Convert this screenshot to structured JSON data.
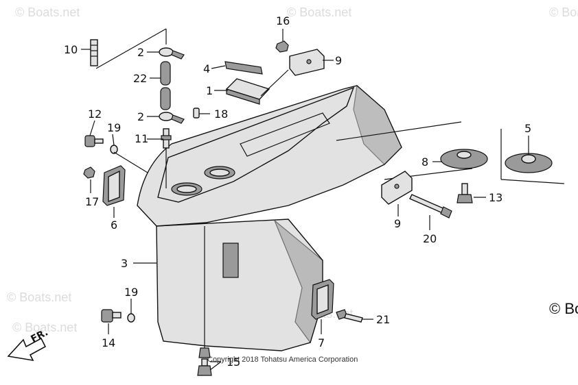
{
  "watermarks": {
    "top_left": "© Boats.net",
    "top_center": "© Boats.net",
    "top_right": "© Boats.net",
    "mid_left": "© Boats.net",
    "bottom_left": "© Boats.net",
    "bottom_center": "© Boats.net",
    "right_edge": "© Bo"
  },
  "copyright": "Copyright 2018 Tohatsu America Corporation",
  "direction_label": "FR.",
  "callouts": {
    "c1": "1",
    "c2a": "2",
    "c2b": "2",
    "c3": "3",
    "c4": "4",
    "c5": "5",
    "c6": "6",
    "c7": "7",
    "c8": "8",
    "c9a": "9",
    "c9b": "9",
    "c10": "10",
    "c11": "11",
    "c12": "12",
    "c13": "13",
    "c14": "14",
    "c15": "15",
    "c16": "16",
    "c17": "17",
    "c18": "18",
    "c19a": "19",
    "c19b": "19",
    "c20": "20",
    "c21": "21",
    "c22": "22"
  }
}
